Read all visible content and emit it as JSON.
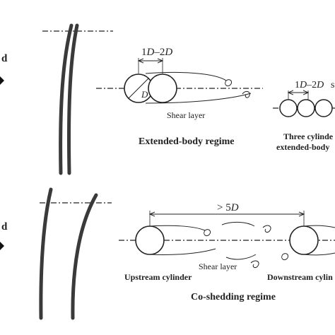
{
  "top": {
    "spacing_label_prefix": "1",
    "spacing_label_var": "D",
    "spacing_label_mid": "–2",
    "spacing_label_var2": "D",
    "diameter_var": "D",
    "shear_layer": "Shear layer",
    "regime_title": "Extended-body regime",
    "left_arrow_char": "d",
    "three_cyl_spacing_prefix": "1",
    "three_cyl_spacing_var": "D",
    "three_cyl_spacing_mid": "–2",
    "three_cyl_spacing_var2": "D",
    "three_cyl_cut_label": "s",
    "three_cyl_line1": "Three cylinde",
    "three_cyl_line2": "extended-body"
  },
  "bottom": {
    "spacing_label_prefix": "> 5",
    "spacing_label_var": "D",
    "shear_layer": "Shear layer",
    "upstream": "Upstream cylinder",
    "downstream": "Downstream cylin",
    "regime_title": "Co-shedding regime",
    "left_arrow_char": "d"
  },
  "colors": {
    "stroke": "#222222",
    "rod": "#3a3a3a"
  }
}
